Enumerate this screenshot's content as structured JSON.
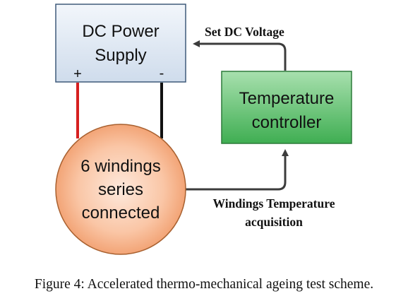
{
  "diagram": {
    "power_supply": {
      "line1": "DC Power",
      "line2": "Supply",
      "plus": "+",
      "minus": "-"
    },
    "controller": {
      "line1": "Temperature",
      "line2": "controller"
    },
    "windings": {
      "line1": "6 windings",
      "line2": "series",
      "line3": "connected"
    },
    "arrows": {
      "set_voltage": "Set DC Voltage",
      "acquisition_line1": "Windings Temperature",
      "acquisition_line2": "acquisition"
    }
  },
  "caption": "Figure 4: Accelerated thermo-mechanical ageing test scheme.",
  "colors": {
    "power_supply_fill": "#dce6f2",
    "controller_fill": "#5cbf6b",
    "windings_fill": "#f6b48a",
    "positive_wire": "#d62020",
    "negative_wire": "#111111",
    "signal_line": "#3c3c3c"
  }
}
